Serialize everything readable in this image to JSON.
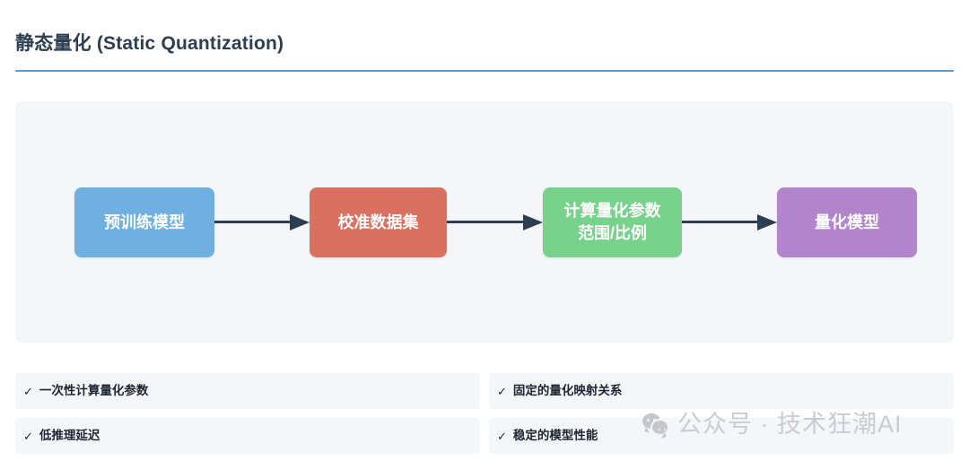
{
  "header": {
    "title": "静态量化 (Static Quantization)"
  },
  "diagram": {
    "nodes": [
      {
        "label": "预训练模型",
        "color": "#6fb0e0"
      },
      {
        "label": "校准数据集",
        "color": "#da7060"
      },
      {
        "label": "计算量化参数\n范围/比例",
        "color": "#78d28c"
      },
      {
        "label": "量化模型",
        "color": "#b184cc"
      }
    ],
    "arrow_color": "#2d3e50",
    "panel_color": "#f4f6f9"
  },
  "features": {
    "check_glyph": "✓",
    "items": [
      {
        "label": "一次性计算量化参数"
      },
      {
        "label": "固定的量化映射关系"
      },
      {
        "label": "低推理延迟"
      },
      {
        "label": "稳定的模型性能"
      }
    ]
  },
  "watermark": {
    "text": "公众号 · 技术狂潮AI",
    "icon": "wechat-icon",
    "color": "#c9ccd2"
  },
  "theme": {
    "accent": "#4a9eea",
    "title_color": "#2c3e50",
    "page_background": "#ffffff"
  }
}
